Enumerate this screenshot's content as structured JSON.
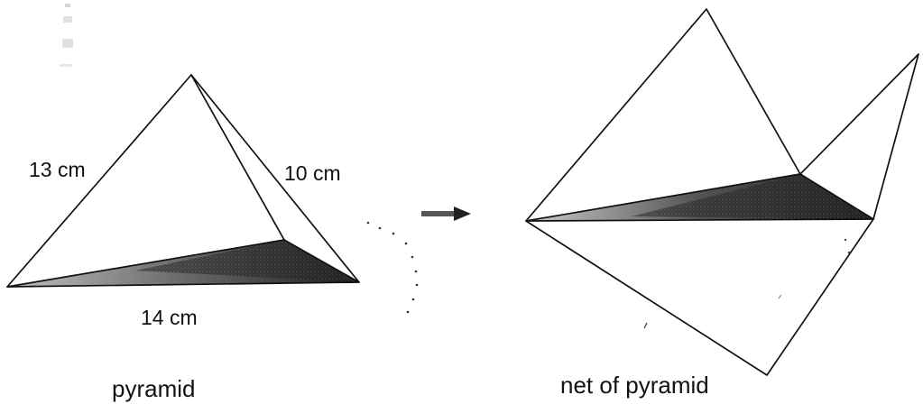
{
  "pyramid": {
    "caption": "pyramid",
    "edge_label_left": "13 cm",
    "edge_label_right": "10 cm",
    "base_label": "14 cm"
  },
  "net": {
    "caption": "net of pyramid"
  },
  "colors": {
    "line": "#111111",
    "shade": "#1a1a1a",
    "background": "#ffffff"
  }
}
